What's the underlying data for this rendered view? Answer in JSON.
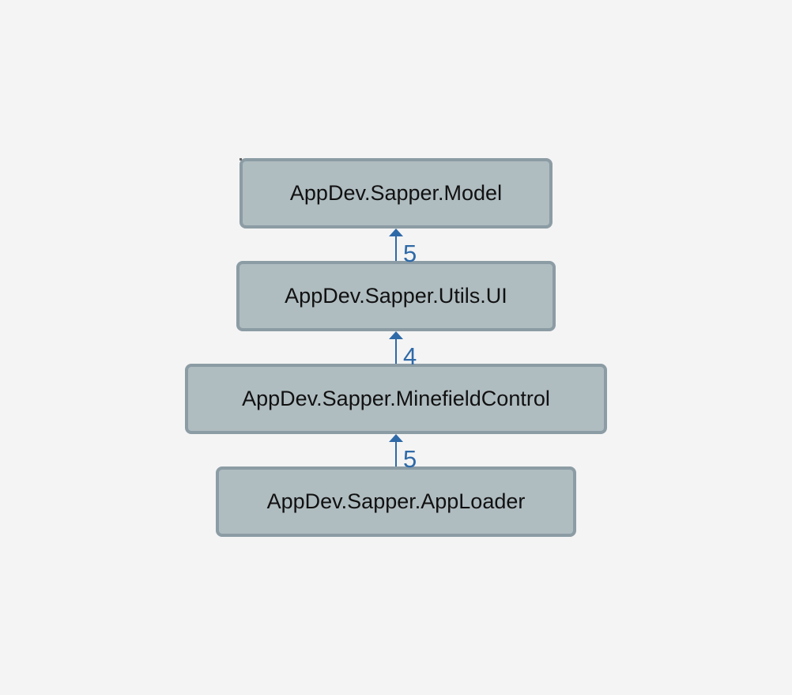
{
  "diagram": {
    "nodes": [
      {
        "id": "model",
        "label": "AppDev.Sapper.Model"
      },
      {
        "id": "utils",
        "label": "AppDev.Sapper.Utils.UI"
      },
      {
        "id": "mine",
        "label": "AppDev.Sapper.MinefieldControl"
      },
      {
        "id": "loader",
        "label": "AppDev.Sapper.AppLoader"
      }
    ],
    "edges": [
      {
        "from": "utils",
        "to": "model",
        "label": "5"
      },
      {
        "from": "mine",
        "to": "utils",
        "label": "4"
      },
      {
        "from": "loader",
        "to": "mine",
        "label": "5"
      }
    ],
    "colors": {
      "background": "#f4f4f4",
      "node_fill": "#afbcc0",
      "node_border": "#8c9ca4",
      "edge": "#2f6aa8",
      "text": "#111111"
    }
  }
}
